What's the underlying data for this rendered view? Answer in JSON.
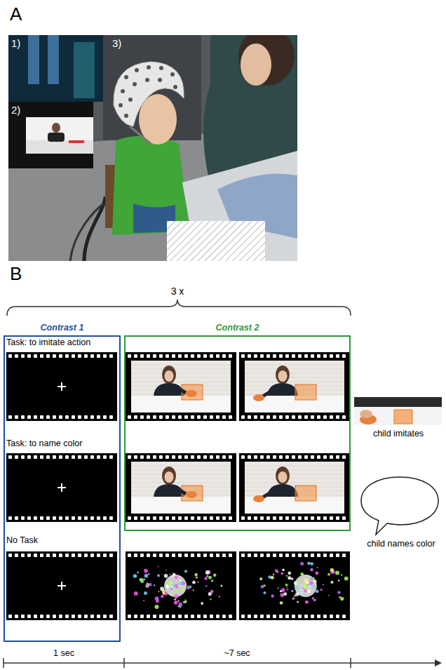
{
  "diagram": {
    "nodes": [
      {
        "text": [
          "Contrast 1"
        ]
      },
      {
        "text": [
          "Contrast 2"
        ]
      }
    ],
    "labels": [
      "A",
      "1)",
      "2)",
      "3)",
      "B",
      "3 x",
      "Task: to imitate action",
      "Task: to name color",
      "No Task",
      "child imitates",
      "child names color",
      "1 sec",
      "~7 sec"
    ]
  }
}
